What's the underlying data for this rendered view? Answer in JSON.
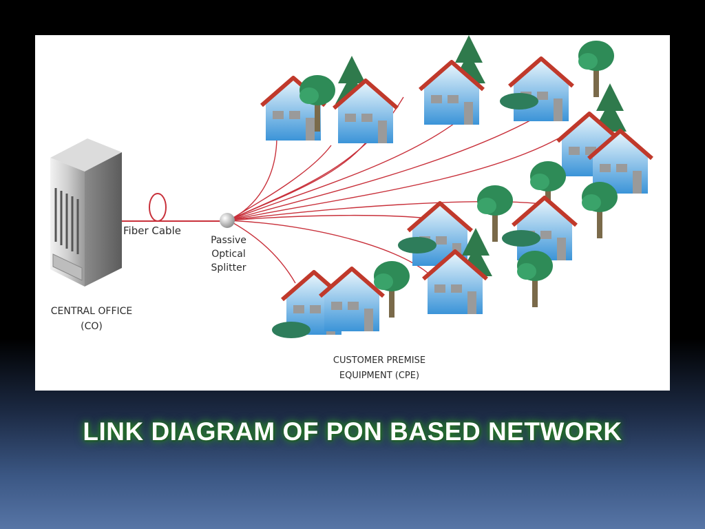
{
  "slide": {
    "title": "LINK DIAGRAM OF PON BASED NETWORK"
  },
  "diagram": {
    "fiber_cable_label": "Fiber Cable",
    "splitter_label_line1": "Passive",
    "splitter_label_line2": "Optical",
    "splitter_label_line3": "Splitter",
    "central_office_line1": "CENTRAL OFFICE",
    "central_office_line2": "(CO)",
    "cpe_line1": "CUSTOMER PREMISE",
    "cpe_line2": "EQUIPMENT (CPE)"
  },
  "colors": {
    "fiber": "#c8303a",
    "roof": "#c0392b",
    "house_wall_top": "#d9eef9",
    "house_wall_bottom": "#3a93d6",
    "tree": "#2e8b57"
  }
}
